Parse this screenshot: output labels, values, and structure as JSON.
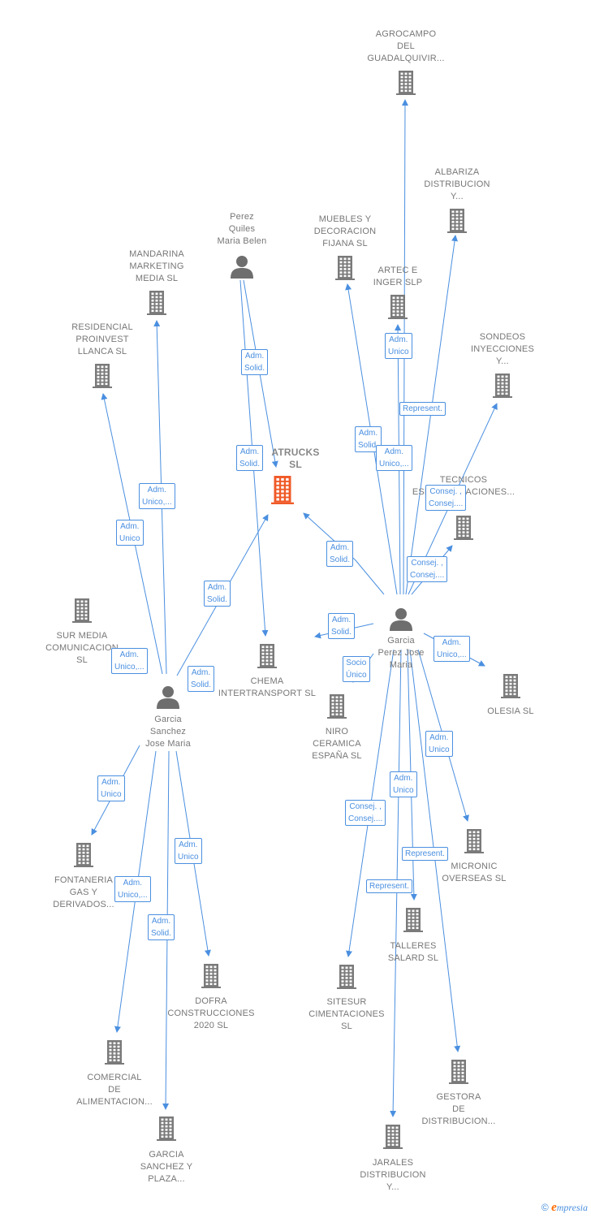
{
  "colors": {
    "edge": "#4a8fe0",
    "building": "#7a7a7a",
    "focus_building": "#f05a28",
    "person": "#6e6e6e",
    "label": "#777777"
  },
  "nodes": [
    {
      "id": "agrocampo",
      "kind": "company",
      "label": "AGROCAMPO\nDEL\nGUADALQUIVIR..."
    },
    {
      "id": "albariza",
      "kind": "company",
      "label": "ALBARIZA\nDISTRIBUCION\nY..."
    },
    {
      "id": "muebles",
      "kind": "company",
      "label": "MUEBLES Y\nDECORACION\nFIJANA SL"
    },
    {
      "id": "artec",
      "kind": "company",
      "label": "ARTEC E\nINGER  SLP"
    },
    {
      "id": "perez_quiles",
      "kind": "person",
      "label": "Perez\nQuiles\nMaria Belen"
    },
    {
      "id": "mandarina",
      "kind": "company",
      "label": "MANDARINA\nMARKETING\nMEDIA  SL"
    },
    {
      "id": "residencial",
      "kind": "company",
      "label": "RESIDENCIAL\nPROINVEST\nLLANCA SL"
    },
    {
      "id": "sondeos",
      "kind": "company",
      "label": "SONDEOS\nINYECCIONES\nY..."
    },
    {
      "id": "atrucks",
      "kind": "focus",
      "label": "ATRUCKS\nSL"
    },
    {
      "id": "tecnicos",
      "kind": "company",
      "label": "TECNICOS\nESPECIALIZACIONES..."
    },
    {
      "id": "sur_media",
      "kind": "company",
      "label": "SUR MEDIA\nCOMUNICACION\nSL"
    },
    {
      "id": "chema",
      "kind": "company",
      "label": "CHEMA\nINTERTRANSPORT SL"
    },
    {
      "id": "garcia_perez",
      "kind": "person",
      "label": "Garcia\nPerez Jose\nMaria"
    },
    {
      "id": "olesia",
      "kind": "company",
      "label": "OLESIA SL"
    },
    {
      "id": "garcia_sanchez",
      "kind": "person",
      "label": "Garcia\nSanchez\nJose Maria"
    },
    {
      "id": "niro",
      "kind": "company",
      "label": "NIRO\nCERAMICA\nESPAÑA SL"
    },
    {
      "id": "fontaneria",
      "kind": "company",
      "label": "FONTANERIA\nGAS Y\nDERIVADOS..."
    },
    {
      "id": "micronic",
      "kind": "company",
      "label": "MICRONIC\nOVERSEAS  SL"
    },
    {
      "id": "talleres",
      "kind": "company",
      "label": "TALLERES\nSALARD  SL"
    },
    {
      "id": "dofra",
      "kind": "company",
      "label": "DOFRA\nCONSTRUCCIONES\n2020  SL"
    },
    {
      "id": "sitesur",
      "kind": "company",
      "label": "SITESUR\nCIMENTACIONES\nSL"
    },
    {
      "id": "comercial",
      "kind": "company",
      "label": "COMERCIAL\nDE\nALIMENTACION..."
    },
    {
      "id": "gestora",
      "kind": "company",
      "label": "GESTORA\nDE\nDISTRIBUCION..."
    },
    {
      "id": "garcia_sanchez_plaza",
      "kind": "company",
      "label": "GARCIA\nSANCHEZ Y\nPLAZA..."
    },
    {
      "id": "jarales",
      "kind": "company",
      "label": "JARALES\nDISTRIBUCION\nY..."
    }
  ],
  "edges": [
    {
      "from": "garcia_perez",
      "to": "agrocampo"
    },
    {
      "from": "garcia_perez",
      "to": "albariza"
    },
    {
      "from": "garcia_perez",
      "to": "muebles"
    },
    {
      "from": "garcia_perez",
      "to": "artec"
    },
    {
      "from": "garcia_perez",
      "to": "sondeos"
    },
    {
      "from": "garcia_perez",
      "to": "tecnicos"
    },
    {
      "from": "garcia_perez",
      "to": "atrucks"
    },
    {
      "from": "garcia_perez",
      "to": "chema"
    },
    {
      "from": "garcia_perez",
      "to": "niro"
    },
    {
      "from": "garcia_perez",
      "to": "olesia"
    },
    {
      "from": "garcia_perez",
      "to": "micronic"
    },
    {
      "from": "garcia_perez",
      "to": "talleres"
    },
    {
      "from": "garcia_perez",
      "to": "sitesur"
    },
    {
      "from": "garcia_perez",
      "to": "gestora"
    },
    {
      "from": "garcia_perez",
      "to": "jarales"
    },
    {
      "from": "perez_quiles",
      "to": "atrucks"
    },
    {
      "from": "perez_quiles",
      "to": "chema"
    },
    {
      "from": "garcia_sanchez",
      "to": "atrucks"
    },
    {
      "from": "garcia_sanchez",
      "to": "mandarina"
    },
    {
      "from": "garcia_sanchez",
      "to": "residencial"
    },
    {
      "from": "garcia_sanchez",
      "to": "fontaneria"
    },
    {
      "from": "garcia_sanchez",
      "to": "dofra"
    },
    {
      "from": "garcia_sanchez",
      "to": "comercial"
    },
    {
      "from": "garcia_sanchez",
      "to": "garcia_sanchez_plaza"
    }
  ],
  "badges": [
    {
      "id": "b1",
      "text": "Adm.\nSolid."
    },
    {
      "id": "b2",
      "text": "Adm.\nSolid."
    },
    {
      "id": "b3",
      "text": "Adm.\nUnico,..."
    },
    {
      "id": "b4",
      "text": "Adm.\nUnico"
    },
    {
      "id": "b5",
      "text": "Adm.\nSolid."
    },
    {
      "id": "b6",
      "text": "Adm.\nUnico,..."
    },
    {
      "id": "b7",
      "text": "Adm.\nSolid."
    },
    {
      "id": "b8",
      "text": "Adm.\nUnico"
    },
    {
      "id": "b9",
      "text": "Represent."
    },
    {
      "id": "b10",
      "text": "Adm.\nSolid."
    },
    {
      "id": "b11",
      "text": "Adm.\nUnico,..."
    },
    {
      "id": "b12",
      "text": "Consej. ,\nConsej...."
    },
    {
      "id": "b13",
      "text": "Adm.\nSolid."
    },
    {
      "id": "b14",
      "text": "Consej. ,\nConsej...."
    },
    {
      "id": "b15",
      "text": "Adm.\nSolid."
    },
    {
      "id": "b16",
      "text": "Socio\nÚnico"
    },
    {
      "id": "b17",
      "text": "Adm.\nUnico,..."
    },
    {
      "id": "b18",
      "text": "Adm.\nUnico"
    },
    {
      "id": "b19",
      "text": "Adm.\nUnico"
    },
    {
      "id": "b20",
      "text": "Consej. ,\nConsej...."
    },
    {
      "id": "b21",
      "text": "Represent."
    },
    {
      "id": "b22",
      "text": "Represent."
    },
    {
      "id": "b23",
      "text": "Adm.\nUnico"
    },
    {
      "id": "b24",
      "text": "Adm.\nUnico,..."
    },
    {
      "id": "b25",
      "text": "Adm.\nUnico"
    },
    {
      "id": "b26",
      "text": "Adm.\nSolid."
    }
  ],
  "footer": {
    "copyright": "©",
    "brand_initial": "e",
    "brand_rest": "mpresia"
  }
}
